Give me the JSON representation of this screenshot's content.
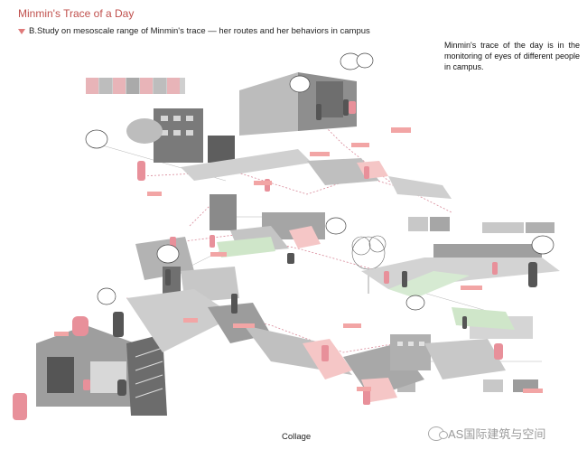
{
  "header": {
    "title": "Minmin's Trace of a Day",
    "subtitle": "B.Study on mesoscale range of Minmin's trace —  her routes and her behaviors in campus"
  },
  "note": "Minmin's trace of the day is in the monitoring of eyes of different people in campus.",
  "caption": "Collage",
  "watermark": "AS国际建筑与空间",
  "colors": {
    "accent": "#c0504d",
    "tag": "#f2a5a5",
    "route": "#d98a9a"
  }
}
